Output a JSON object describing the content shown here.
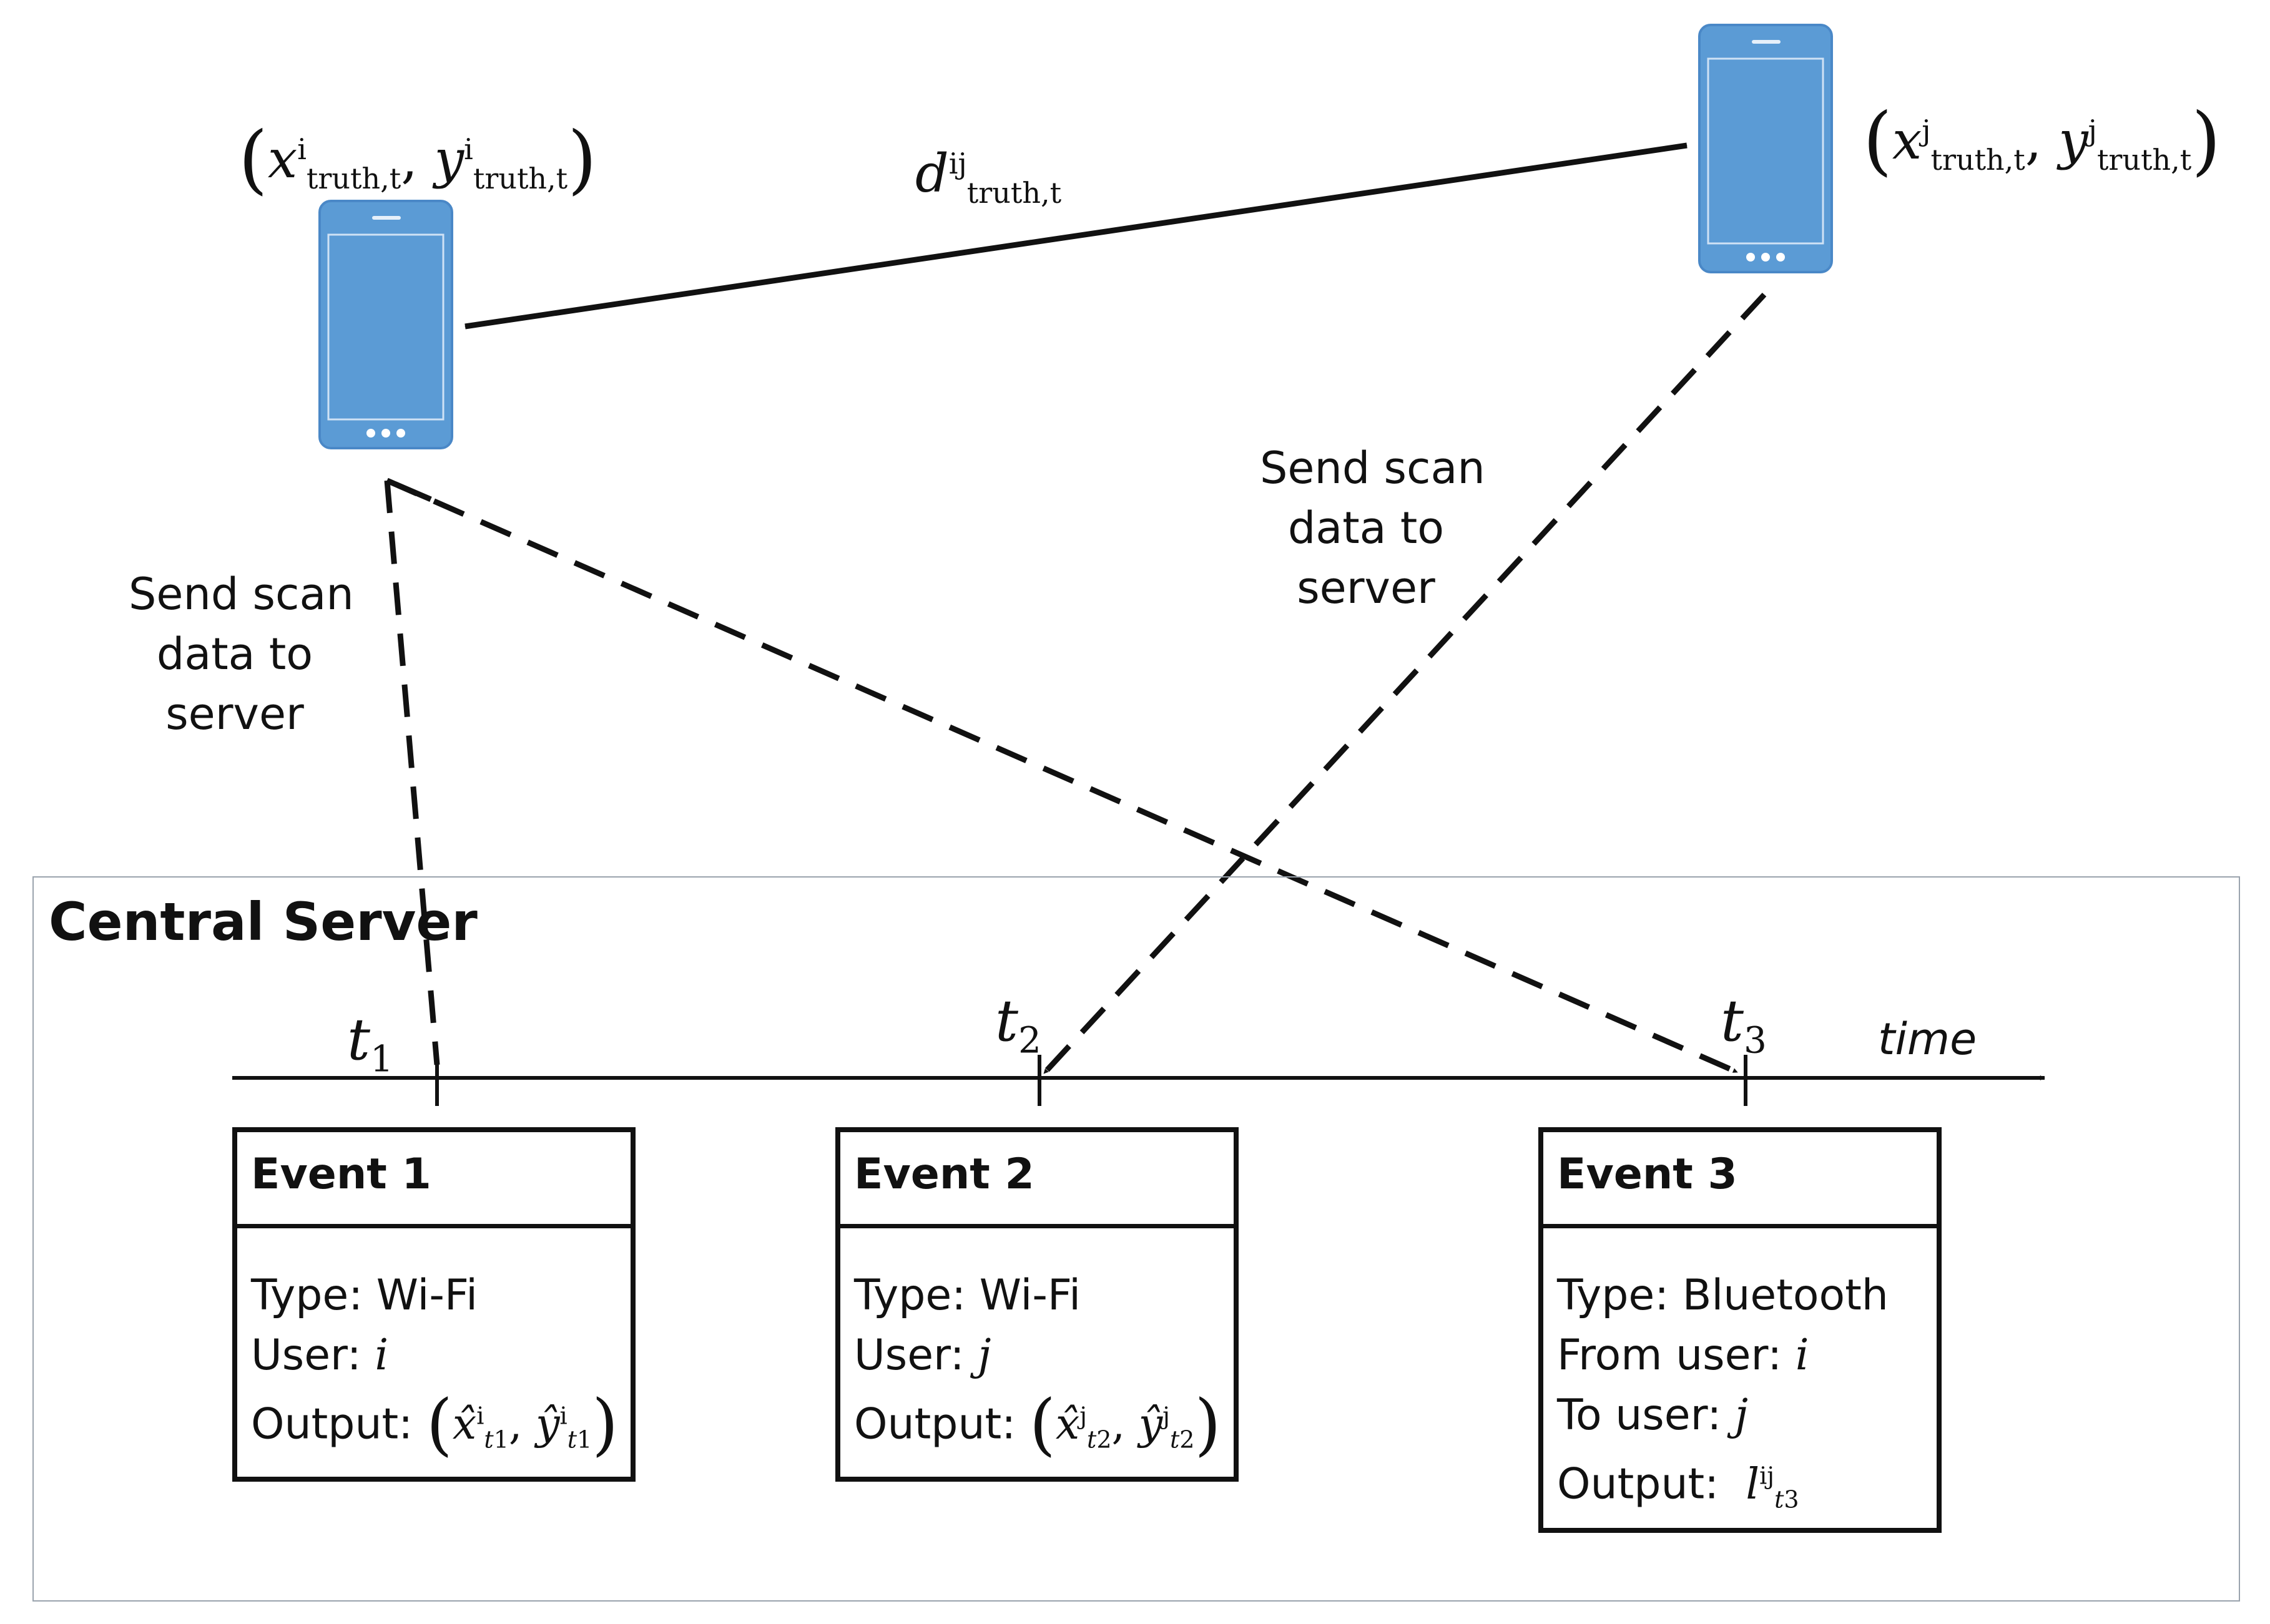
{
  "server": {
    "title": "Central Server"
  },
  "captions": {
    "left": [
      "Send scan",
      "data to",
      "server"
    ],
    "right": [
      "Send scan",
      "data to",
      "server"
    ]
  },
  "math": {
    "pos_i": {
      "x": "x",
      "y": "y",
      "sup": "i",
      "sub": "truth,t"
    },
    "pos_j": {
      "x": "x",
      "y": "y",
      "sup": "j",
      "sub": "truth,t"
    },
    "distance": {
      "base": "d",
      "sup": "ij",
      "sub": "truth,t"
    }
  },
  "timeline": {
    "ticks": [
      {
        "base": "t",
        "sub": "1"
      },
      {
        "base": "t",
        "sub": "2"
      },
      {
        "base": "t",
        "sub": "3"
      }
    ],
    "axis_label": "time"
  },
  "events": [
    {
      "title": "Event 1",
      "type_label": "Type:",
      "type_value": "Wi-Fi",
      "user_label": "User:",
      "user_value": "i",
      "output_label": "Output:",
      "output_sup": "i",
      "output_sub": "1"
    },
    {
      "title": "Event 2",
      "type_label": "Type:",
      "type_value": "Wi-Fi",
      "user_label": "User:",
      "user_value": "j",
      "output_label": "Output:",
      "output_sup": "j",
      "output_sub": "2"
    },
    {
      "title": "Event 3",
      "type_label": "Type:",
      "type_value": "Bluetooth",
      "from_label": "From user:",
      "from_value": "i",
      "to_label": "To user:",
      "to_value": "j",
      "output_label": "Output:",
      "output_base": "l",
      "output_sup": "ij",
      "output_sub": "3"
    }
  ],
  "colors": {
    "phone": "#5b9bd5",
    "phone_dark": "#3a78b8",
    "line": "#111111",
    "panel_border": "#9aa3ad"
  }
}
